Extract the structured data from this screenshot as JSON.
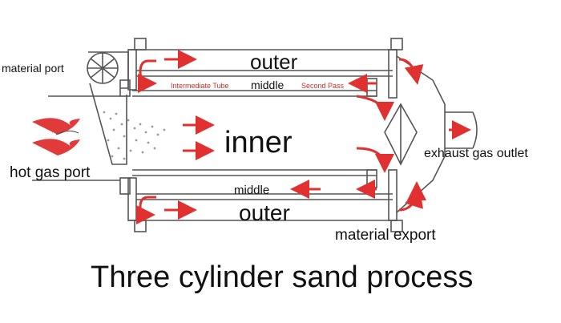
{
  "diagram": {
    "title": "Three cylinder sand process",
    "labels": {
      "material_port": "material port",
      "hot_gas_port": "hot gas port",
      "outer_top": "outer",
      "middle_top": "middle",
      "inner": "inner",
      "middle_bottom": "middle",
      "outer_bottom": "outer",
      "exhaust_gas_outlet": "exhaust gas outlet",
      "material_export": "material export",
      "intermediate_tube": "Intermediate Tube",
      "second_pass": "Second Pass"
    },
    "colors": {
      "line": "#555555",
      "arrow": "#e03030",
      "flame": "#e03a3a",
      "text": "#111111"
    }
  }
}
